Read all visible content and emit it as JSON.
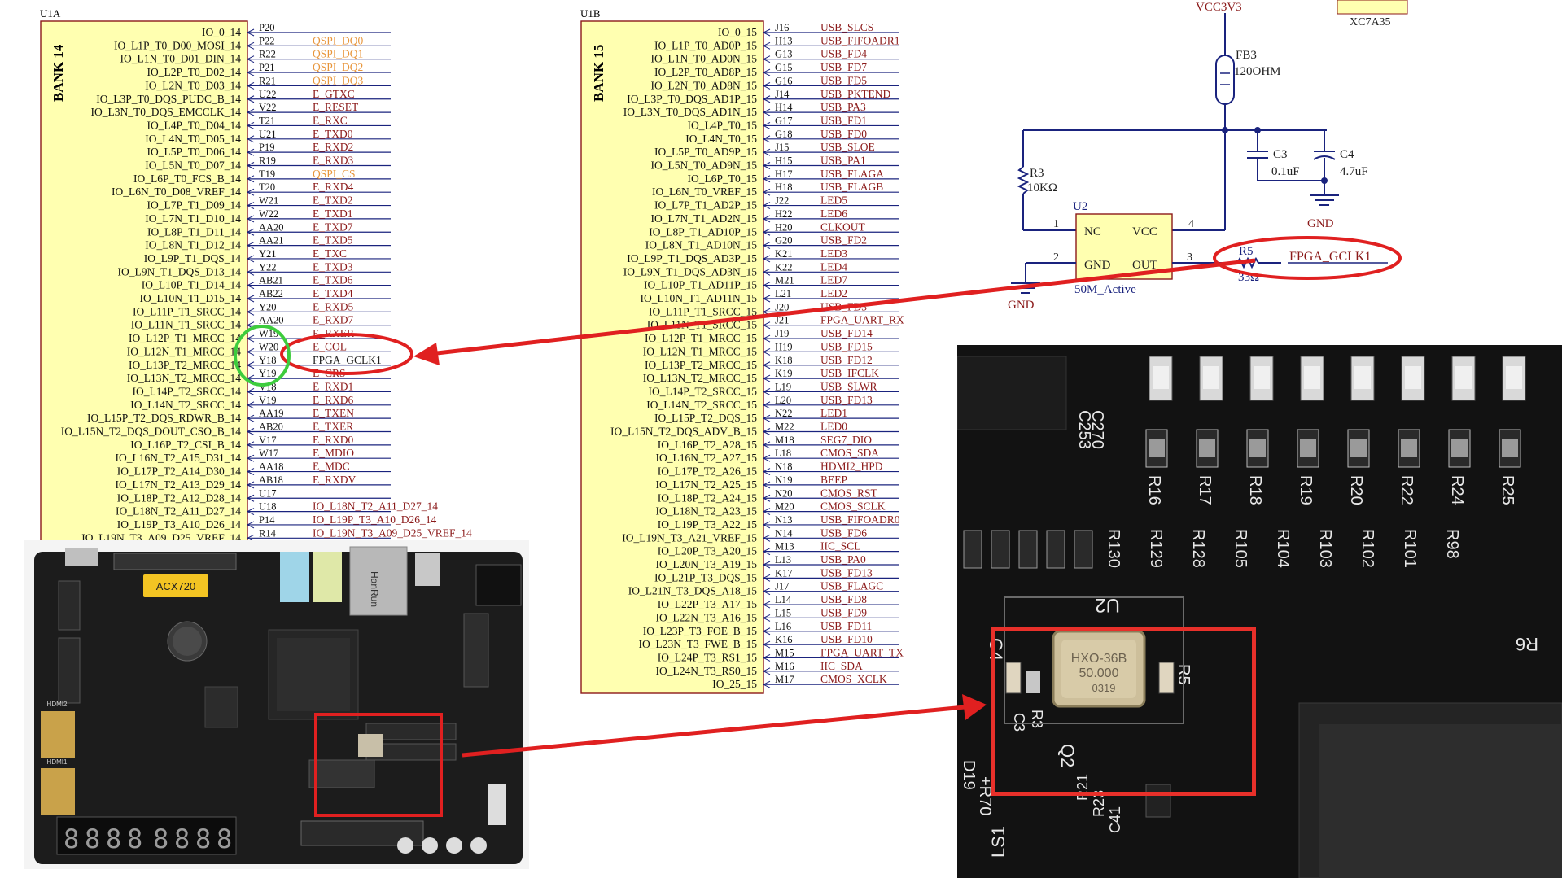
{
  "u1a": {
    "ref": "U1A",
    "bank": "BANK 14",
    "pins": [
      {
        "name": "IO_0_14",
        "num": "P20",
        "net": ""
      },
      {
        "name": "IO_L1P_T0_D00_MOSI_14",
        "num": "P22",
        "net": "QSPI_DQ0"
      },
      {
        "name": "IO_L1N_T0_D01_DIN_14",
        "num": "R22",
        "net": "QSPI_DQ1"
      },
      {
        "name": "IO_L2P_T0_D02_14",
        "num": "P21",
        "net": "QSPI_DQ2"
      },
      {
        "name": "IO_L2N_T0_D03_14",
        "num": "R21",
        "net": "QSPI_DQ3"
      },
      {
        "name": "IO_L3P_T0_DQS_PUDC_B_14",
        "num": "U22",
        "net": "E_GTXC"
      },
      {
        "name": "IO_L3N_T0_DQS_EMCCLK_14",
        "num": "V22",
        "net": "E_RESET"
      },
      {
        "name": "IO_L4P_T0_D04_14",
        "num": "T21",
        "net": "E_RXC"
      },
      {
        "name": "IO_L4N_T0_D05_14",
        "num": "U21",
        "net": "E_TXD0"
      },
      {
        "name": "IO_L5P_T0_D06_14",
        "num": "P19",
        "net": "E_RXD2"
      },
      {
        "name": "IO_L5N_T0_D07_14",
        "num": "R19",
        "net": "E_RXD3"
      },
      {
        "name": "IO_L6P_T0_FCS_B_14",
        "num": "T19",
        "net": "QSPI_CS"
      },
      {
        "name": "IO_L6N_T0_D08_VREF_14",
        "num": "T20",
        "net": "E_RXD4"
      },
      {
        "name": "IO_L7P_T1_D09_14",
        "num": "W21",
        "net": "E_TXD2"
      },
      {
        "name": "IO_L7N_T1_D10_14",
        "num": "W22",
        "net": "E_TXD1"
      },
      {
        "name": "IO_L8P_T1_D11_14",
        "num": "AA20",
        "net": "E_TXD7"
      },
      {
        "name": "IO_L8N_T1_D12_14",
        "num": "AA21",
        "net": "E_TXD5"
      },
      {
        "name": "IO_L9P_T1_DQS_14",
        "num": "Y21",
        "net": "E_TXC"
      },
      {
        "name": "IO_L9N_T1_DQS_D13_14",
        "num": "Y22",
        "net": "E_TXD3"
      },
      {
        "name": "IO_L10P_T1_D14_14",
        "num": "AB21",
        "net": "E_TXD6"
      },
      {
        "name": "IO_L10N_T1_D15_14",
        "num": "AB22",
        "net": "E_TXD4"
      },
      {
        "name": "IO_L11P_T1_SRCC_14",
        "num": "Y20",
        "net": "E_RXD5"
      },
      {
        "name": "IO_L11N_T1_SRCC_14",
        "num": "AA20",
        "net": "E_RXD7"
      },
      {
        "name": "IO_L12P_T1_MRCC_14",
        "num": "W19",
        "net": "E_RXER"
      },
      {
        "name": "IO_L12N_T1_MRCC_14",
        "num": "W20",
        "net": "E_COL"
      },
      {
        "name": "IO_L13P_T2_MRCC_14",
        "num": "Y18",
        "net": "FPGA_GCLK1"
      },
      {
        "name": "IO_L13N_T2_MRCC_14",
        "num": "Y19",
        "net": "E_CRS"
      },
      {
        "name": "IO_L14P_T2_SRCC_14",
        "num": "V18",
        "net": "E_RXD1"
      },
      {
        "name": "IO_L14N_T2_SRCC_14",
        "num": "V19",
        "net": "E_RXD6"
      },
      {
        "name": "IO_L15P_T2_DQS_RDWR_B_14",
        "num": "AA19",
        "net": "E_TXEN"
      },
      {
        "name": "IO_L15N_T2_DQS_DOUT_CSO_B_14",
        "num": "AB20",
        "net": "E_TXER"
      },
      {
        "name": "IO_L16P_T2_CSI_B_14",
        "num": "V17",
        "net": "E_RXD0"
      },
      {
        "name": "IO_L16N_T2_A15_D31_14",
        "num": "W17",
        "net": "E_MDIO"
      },
      {
        "name": "IO_L17P_T2_A14_D30_14",
        "num": "AA18",
        "net": "E_MDC"
      },
      {
        "name": "IO_L17N_T2_A13_D29_14",
        "num": "AB18",
        "net": "E_RXDV"
      },
      {
        "name": "IO_L18P_T2_A12_D28_14",
        "num": "U17",
        "net": ""
      },
      {
        "name": "IO_L18N_T2_A11_D27_14",
        "num": "U18",
        "net": "IO_L18N_T2_A11_D27_14"
      },
      {
        "name": "IO_L19P_T3_A10_D26_14",
        "num": "P14",
        "net": "IO_L19P_T3_A10_D26_14"
      },
      {
        "name": "IO_L19N_T3_A09_D25_VREF_14",
        "num": "R14",
        "net": "IO_L19N_T3_A09_D25_VREF_14"
      }
    ]
  },
  "u1b": {
    "ref": "U1B",
    "bank": "BANK 15",
    "pins": [
      {
        "name": "IO_0_15",
        "num": "J16",
        "net": "USB_SLCS"
      },
      {
        "name": "IO_L1P_T0_AD0P_15",
        "num": "H13",
        "net": "USB_FIFOADR1"
      },
      {
        "name": "IO_L1N_T0_AD0N_15",
        "num": "G13",
        "net": "USB_FD4"
      },
      {
        "name": "IO_L2P_T0_AD8P_15",
        "num": "G15",
        "net": "USB_FD7"
      },
      {
        "name": "IO_L2N_T0_AD8N_15",
        "num": "G16",
        "net": "USB_FD5"
      },
      {
        "name": "IO_L3P_T0_DQS_AD1P_15",
        "num": "J14",
        "net": "USB_PKTEND"
      },
      {
        "name": "IO_L3N_T0_DQS_AD1N_15",
        "num": "H14",
        "net": "USB_PA3"
      },
      {
        "name": "IO_L4P_T0_15",
        "num": "G17",
        "net": "USB_FD1"
      },
      {
        "name": "IO_L4N_T0_15",
        "num": "G18",
        "net": "USB_FD0"
      },
      {
        "name": "IO_L5P_T0_AD9P_15",
        "num": "J15",
        "net": "USB_SLOE"
      },
      {
        "name": "IO_L5N_T0_AD9N_15",
        "num": "H15",
        "net": "USB_PA1"
      },
      {
        "name": "IO_L6P_T0_15",
        "num": "H17",
        "net": "USB_FLAGA"
      },
      {
        "name": "IO_L6N_T0_VREF_15",
        "num": "H18",
        "net": "USB_FLAGB"
      },
      {
        "name": "IO_L7P_T1_AD2P_15",
        "num": "J22",
        "net": "LED5"
      },
      {
        "name": "IO_L7N_T1_AD2N_15",
        "num": "H22",
        "net": "LED6"
      },
      {
        "name": "IO_L8P_T1_AD10P_15",
        "num": "H20",
        "net": "CLKOUT"
      },
      {
        "name": "IO_L8N_T1_AD10N_15",
        "num": "G20",
        "net": "USB_FD2"
      },
      {
        "name": "IO_L9P_T1_DQS_AD3P_15",
        "num": "K21",
        "net": "LED3"
      },
      {
        "name": "IO_L9N_T1_DQS_AD3N_15",
        "num": "K22",
        "net": "LED4"
      },
      {
        "name": "IO_L10P_T1_AD11P_15",
        "num": "M21",
        "net": "LED7"
      },
      {
        "name": "IO_L10N_T1_AD11N_15",
        "num": "L21",
        "net": "LED2"
      },
      {
        "name": "IO_L11P_T1_SRCC_15",
        "num": "J20",
        "net": "USB_FD3"
      },
      {
        "name": "IO_L11N_T1_SRCC_15",
        "num": "J21",
        "net": "FPGA_UART_RX"
      },
      {
        "name": "IO_L12P_T1_MRCC_15",
        "num": "J19",
        "net": "USB_FD14"
      },
      {
        "name": "IO_L12N_T1_MRCC_15",
        "num": "H19",
        "net": "USB_FD15"
      },
      {
        "name": "IO_L13P_T2_MRCC_15",
        "num": "K18",
        "net": "USB_FD12"
      },
      {
        "name": "IO_L13N_T2_MRCC_15",
        "num": "K19",
        "net": "USB_IFCLK"
      },
      {
        "name": "IO_L14P_T2_SRCC_15",
        "num": "L19",
        "net": "USB_SLWR"
      },
      {
        "name": "IO_L14N_T2_SRCC_15",
        "num": "L20",
        "net": "USB_FD13"
      },
      {
        "name": "IO_L15P_T2_DQS_15",
        "num": "N22",
        "net": "LED1"
      },
      {
        "name": "IO_L15N_T2_DQS_ADV_B_15",
        "num": "M22",
        "net": "LED0"
      },
      {
        "name": "IO_L16P_T2_A28_15",
        "num": "M18",
        "net": "SEG7_DIO"
      },
      {
        "name": "IO_L16N_T2_A27_15",
        "num": "L18",
        "net": "CMOS_SDA"
      },
      {
        "name": "IO_L17P_T2_A26_15",
        "num": "N18",
        "net": "HDMI2_HPD"
      },
      {
        "name": "IO_L17N_T2_A25_15",
        "num": "N19",
        "net": "BEEP"
      },
      {
        "name": "IO_L18P_T2_A24_15",
        "num": "N20",
        "net": "CMOS_RST"
      },
      {
        "name": "IO_L18N_T2_A23_15",
        "num": "M20",
        "net": "CMOS_SCLK"
      },
      {
        "name": "IO_L19P_T3_A22_15",
        "num": "N13",
        "net": "USB_FIFOADR0"
      },
      {
        "name": "IO_L19N_T3_A21_VREF_15",
        "num": "N14",
        "net": "USB_FD6"
      },
      {
        "name": "IO_L20P_T3_A20_15",
        "num": "M13",
        "net": "IIC_SCL"
      },
      {
        "name": "IO_L20N_T3_A19_15",
        "num": "L13",
        "net": "USB_PA0"
      },
      {
        "name": "IO_L21P_T3_DQS_15",
        "num": "K17",
        "net": "USB_FD13"
      },
      {
        "name": "IO_L21N_T3_DQS_A18_15",
        "num": "J17",
        "net": "USB_FLAGC"
      },
      {
        "name": "IO_L22P_T3_A17_15",
        "num": "L14",
        "net": "USB_FD8"
      },
      {
        "name": "IO_L22N_T3_A16_15",
        "num": "L15",
        "net": "USB_FD9"
      },
      {
        "name": "IO_L23P_T3_FOE_B_15",
        "num": "L16",
        "net": "USB_FD11"
      },
      {
        "name": "IO_L23N_T3_FWE_B_15",
        "num": "K16",
        "net": "USB_FD10"
      },
      {
        "name": "IO_L24P_T3_RS1_15",
        "num": "M15",
        "net": "FPGA_UART_TX"
      },
      {
        "name": "IO_L24N_T3_RS0_15",
        "num": "M16",
        "net": "IIC_SDA"
      },
      {
        "name": "IO_25_15",
        "num": "M17",
        "net": "CMOS_XCLK"
      }
    ]
  },
  "osc": {
    "vcc_net": "VCC3V3",
    "fpga_part": "XC7A35",
    "fb": {
      "ref": "FB3",
      "value": "120OHM"
    },
    "r3": {
      "ref": "R3",
      "value": "10KΩ"
    },
    "c3": {
      "ref": "C3",
      "value": "0.1uF"
    },
    "c4": {
      "ref": "C4",
      "value": "4.7uF"
    },
    "gnd": "GND",
    "u2": {
      "ref": "U2",
      "p_nc": "NC",
      "p_vcc": "VCC",
      "p_gnd": "GND",
      "p_out": "OUT",
      "n1": "1",
      "n2": "2",
      "n3": "3",
      "n4": "4",
      "part": "50M_Active"
    },
    "r5": {
      "ref": "R5",
      "value": "33Ω"
    },
    "clock_net": "FPGA_GCLK1"
  },
  "board": {
    "badge": "ACX720",
    "brand": "HanRun",
    "usb_label": "HDMI2",
    "hdmi_label": "HDMI1",
    "digits": [
      "8",
      "8",
      "8",
      "8",
      "8",
      "8",
      "8",
      "8"
    ]
  },
  "closeup": {
    "crystal_lines": [
      "HXO-36B",
      "50.000",
      "0319"
    ],
    "res_row1": [
      "R16",
      "R17",
      "R18",
      "R19",
      "R20",
      "R22",
      "R24",
      "R25"
    ],
    "res_row2": [
      "R130",
      "R129",
      "R128",
      "R105",
      "R104",
      "R103",
      "R102",
      "R101",
      "R98"
    ],
    "labels": {
      "c253": "C253",
      "c270": "C270",
      "u2": "U2",
      "r6": "R6",
      "c4": "C4",
      "r5": "R5",
      "r3": "R3",
      "c3": "C3",
      "q2": "Q2",
      "r21": "R21",
      "r23": "R23",
      "c41": "C41",
      "d19": "D19",
      "r70": "+R70",
      "ls1": "LS1"
    }
  },
  "colors": {
    "net_red": "#8b1a1a",
    "qspi": "#e8953a",
    "annot_red": "#e02020",
    "annot_green": "#3dcc3d",
    "symbol_fill": "#ffffb0"
  }
}
